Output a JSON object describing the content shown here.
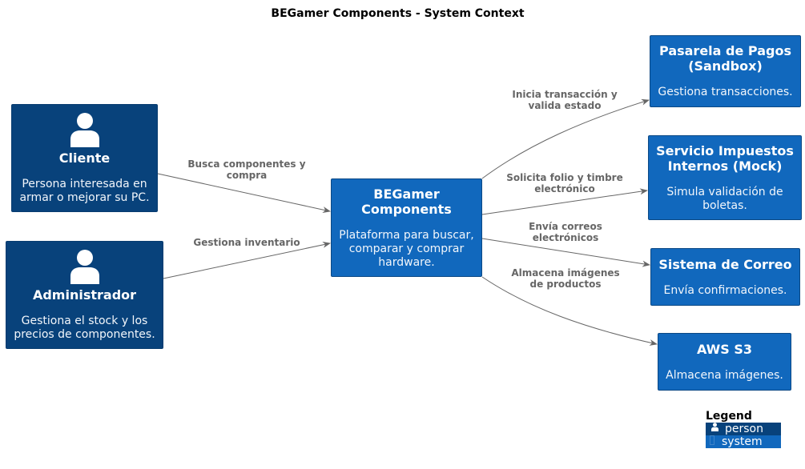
{
  "title": "BEGamer Components - System Context",
  "colors": {
    "person": "#08427b",
    "system": "#1168bd",
    "edge": "#666666"
  },
  "nodes": {
    "cliente": {
      "type": "person",
      "icon": "person-icon",
      "name": "Cliente",
      "desc1": "Persona interesada en",
      "desc2": "armar o mejorar su PC."
    },
    "admin": {
      "type": "person",
      "icon": "person-icon",
      "name": "Administrador",
      "desc1": "Gestiona el stock y los",
      "desc2": "precios de componentes."
    },
    "begamer": {
      "type": "system",
      "name1": "BEGamer",
      "name2": "Components",
      "desc1": "Plataforma para buscar,",
      "desc2": "comparar y comprar",
      "desc3": "hardware."
    },
    "pagos": {
      "type": "system",
      "name1": "Pasarela de Pagos",
      "name2": "(Sandbox)",
      "desc1": "Gestiona transacciones."
    },
    "impuestos": {
      "type": "system",
      "name1": "Servicio Impuestos",
      "name2": "Internos (Mock)",
      "desc1": "Simula validación de",
      "desc2": "boletas."
    },
    "correo": {
      "type": "system",
      "name1": "Sistema de Correo",
      "desc1": "Envía confirmaciones."
    },
    "s3": {
      "type": "system",
      "name1": "AWS S3",
      "desc1": "Almacena imágenes."
    }
  },
  "edges": [
    {
      "from": "cliente",
      "to": "begamer",
      "label1": "Busca componentes y",
      "label2": "compra"
    },
    {
      "from": "admin",
      "to": "begamer",
      "label1": "Gestiona inventario",
      "label2": ""
    },
    {
      "from": "begamer",
      "to": "pagos",
      "label1": "Inicia transacción y",
      "label2": "valida estado"
    },
    {
      "from": "begamer",
      "to": "impuestos",
      "label1": "Solicita folio y timbre",
      "label2": "electrónico"
    },
    {
      "from": "begamer",
      "to": "correo",
      "label1": "Envía correos",
      "label2": "electrónicos"
    },
    {
      "from": "begamer",
      "to": "s3",
      "label1": "Almacena imágenes",
      "label2": "de productos"
    }
  ],
  "legend": {
    "title": "Legend",
    "items": [
      {
        "label": "person",
        "icon": "person-icon"
      },
      {
        "label": "system",
        "icon": "system-icon"
      }
    ]
  }
}
